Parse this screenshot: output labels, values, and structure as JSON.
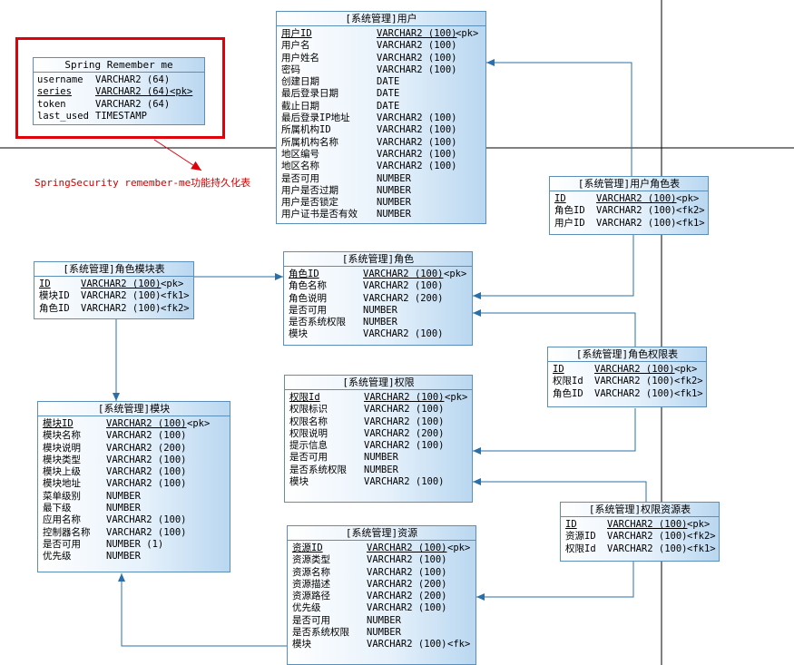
{
  "tables": [
    {
      "id": "remember",
      "title": "Spring Remember me",
      "cols": [
        62,
        130,
        0
      ],
      "rows": [
        [
          "username",
          "VARCHAR2 (64)",
          ""
        ],
        [
          "series",
          "VARCHAR2 (64)",
          "<pk>"
        ],
        [
          "token",
          "VARCHAR2 (64)",
          ""
        ],
        [
          "last_used",
          "TIMESTAMP",
          ""
        ]
      ],
      "underline": [
        1
      ]
    },
    {
      "id": "user",
      "title": "[系统管理]用户",
      "cols": [
        5,
        110,
        197
      ],
      "rows": [
        [
          "用户ID",
          "VARCHAR2 (100)",
          "<pk>"
        ],
        [
          "用户名",
          "VARCHAR2 (100)",
          ""
        ],
        [
          "用户姓名",
          "VARCHAR2 (100)",
          ""
        ],
        [
          "密码",
          "VARCHAR2 (100)",
          ""
        ],
        [
          "创建日期",
          "DATE",
          ""
        ],
        [
          "最后登录日期",
          "DATE",
          ""
        ],
        [
          "截止日期",
          "DATE",
          ""
        ],
        [
          "最后登录IP地址",
          "VARCHAR2 (100)",
          ""
        ],
        [
          "所属机构ID",
          "VARCHAR2 (100)",
          ""
        ],
        [
          "所属机构名称",
          "VARCHAR2 (100)",
          ""
        ],
        [
          "地区编号",
          "VARCHAR2 (100)",
          ""
        ],
        [
          "地区名称",
          "VARCHAR2 (100)",
          ""
        ],
        [
          "是否可用",
          "NUMBER",
          ""
        ],
        [
          "用户是否过期",
          "NUMBER",
          ""
        ],
        [
          "用户是否锁定",
          "NUMBER",
          ""
        ],
        [
          "用户证书是否有效",
          "NUMBER",
          ""
        ]
      ],
      "underline": [
        0
      ]
    },
    {
      "id": "userrole",
      "title": "[系统管理]用户角色表",
      "cols": [
        5,
        51,
        139
      ],
      "rows": [
        [
          "ID",
          "VARCHAR2 (100)",
          "<pk>"
        ],
        [
          "角色ID",
          "VARCHAR2 (100)",
          "<fk2>"
        ],
        [
          "用户ID",
          "VARCHAR2 (100)",
          "<fk1>"
        ]
      ],
      "underline": [
        0
      ]
    },
    {
      "id": "rolemodule",
      "title": "[系统管理]角色模块表",
      "cols": [
        5,
        51,
        139
      ],
      "rows": [
        [
          "ID",
          "VARCHAR2 (100)",
          "<pk>"
        ],
        [
          "模块ID",
          "VARCHAR2 (100)",
          "<fk1>"
        ],
        [
          "角色ID",
          "VARCHAR2 (100)",
          "<fk2>"
        ]
      ],
      "underline": [
        0
      ]
    },
    {
      "id": "role",
      "title": "[系统管理]角色",
      "cols": [
        5,
        87,
        176
      ],
      "rows": [
        [
          "角色ID",
          "VARCHAR2 (100)",
          "<pk>"
        ],
        [
          "角色名称",
          "VARCHAR2 (100)",
          ""
        ],
        [
          "角色说明",
          "VARCHAR2 (200)",
          ""
        ],
        [
          "是否可用",
          "NUMBER",
          ""
        ],
        [
          "是否系统权限",
          "NUMBER",
          ""
        ],
        [
          "模块",
          "VARCHAR2 (100)",
          ""
        ]
      ],
      "underline": [
        0
      ]
    },
    {
      "id": "rolepriv",
      "title": "[系统管理]角色权限表",
      "cols": [
        5,
        51,
        139
      ],
      "rows": [
        [
          "ID",
          "VARCHAR2 (100)",
          "<pk>"
        ],
        [
          "权限Id",
          "VARCHAR2 (100)",
          "<fk2>"
        ],
        [
          "角色ID",
          "VARCHAR2 (100)",
          "<fk1>"
        ]
      ],
      "underline": [
        0
      ]
    },
    {
      "id": "module",
      "title": "[系统管理]模块",
      "cols": [
        5,
        75,
        164
      ],
      "rows": [
        [
          "模块ID",
          "VARCHAR2 (100)",
          "<pk>"
        ],
        [
          "模块名称",
          "VARCHAR2 (100)",
          ""
        ],
        [
          "模块说明",
          "VARCHAR2 (200)",
          ""
        ],
        [
          "模块类型",
          "VARCHAR2 (100)",
          ""
        ],
        [
          "模块上级",
          "VARCHAR2 (100)",
          ""
        ],
        [
          "模块地址",
          "VARCHAR2 (100)",
          ""
        ],
        [
          "菜单级别",
          "NUMBER",
          ""
        ],
        [
          "最下级",
          "NUMBER",
          ""
        ],
        [
          "应用名称",
          "VARCHAR2 (100)",
          ""
        ],
        [
          "控制器名称",
          "VARCHAR2 (100)",
          ""
        ],
        [
          "是否可用",
          "NUMBER (1)",
          ""
        ],
        [
          "优先级",
          "NUMBER",
          ""
        ]
      ],
      "underline": [
        0
      ]
    },
    {
      "id": "priv",
      "title": "[系统管理]权限",
      "cols": [
        5,
        87,
        176
      ],
      "rows": [
        [
          "权限Id",
          "VARCHAR2 (100)",
          "<pk>"
        ],
        [
          "权限标识",
          "VARCHAR2 (100)",
          ""
        ],
        [
          "权限名称",
          "VARCHAR2 (100)",
          ""
        ],
        [
          "权限说明",
          "VARCHAR2 (200)",
          ""
        ],
        [
          "提示信息",
          "VARCHAR2 (100)",
          ""
        ],
        [
          "是否可用",
          "NUMBER",
          ""
        ],
        [
          "是否系统权限",
          "NUMBER",
          ""
        ],
        [
          "模块",
          "VARCHAR2 (100)",
          ""
        ]
      ],
      "underline": [
        0
      ]
    },
    {
      "id": "privres",
      "title": "[系统管理]权限资源表",
      "cols": [
        5,
        51,
        139
      ],
      "rows": [
        [
          "ID",
          "VARCHAR2 (100)",
          "<pk>"
        ],
        [
          "资源ID",
          "VARCHAR2 (100)",
          "<fk2>"
        ],
        [
          "权限Id",
          "VARCHAR2 (100)",
          "<fk1>"
        ]
      ],
      "underline": [
        0
      ]
    },
    {
      "id": "resource",
      "title": "[系统管理]资源",
      "cols": [
        5,
        87,
        176
      ],
      "rows": [
        [
          "资源ID",
          "VARCHAR2 (100)",
          "<pk>"
        ],
        [
          "资源类型",
          "VARCHAR2 (100)",
          ""
        ],
        [
          "资源名称",
          "VARCHAR2 (100)",
          ""
        ],
        [
          "资源描述",
          "VARCHAR2 (200)",
          ""
        ],
        [
          "资源路径",
          "VARCHAR2 (200)",
          ""
        ],
        [
          "优先级",
          "VARCHAR2 (100)",
          ""
        ],
        [
          "是否可用",
          "NUMBER",
          ""
        ],
        [
          "是否系统权限",
          "NUMBER",
          ""
        ],
        [
          "模块",
          "VARCHAR2 (100)",
          "<fk>"
        ]
      ],
      "underline": [
        0
      ]
    }
  ],
  "annotation": {
    "text": "SpringSecurity remember-me功能持久化表"
  },
  "colors": {
    "border": "#5b8fb9",
    "connector": "#2a6fa8",
    "highlight": "#e0000a",
    "annotation": "#d00000"
  }
}
